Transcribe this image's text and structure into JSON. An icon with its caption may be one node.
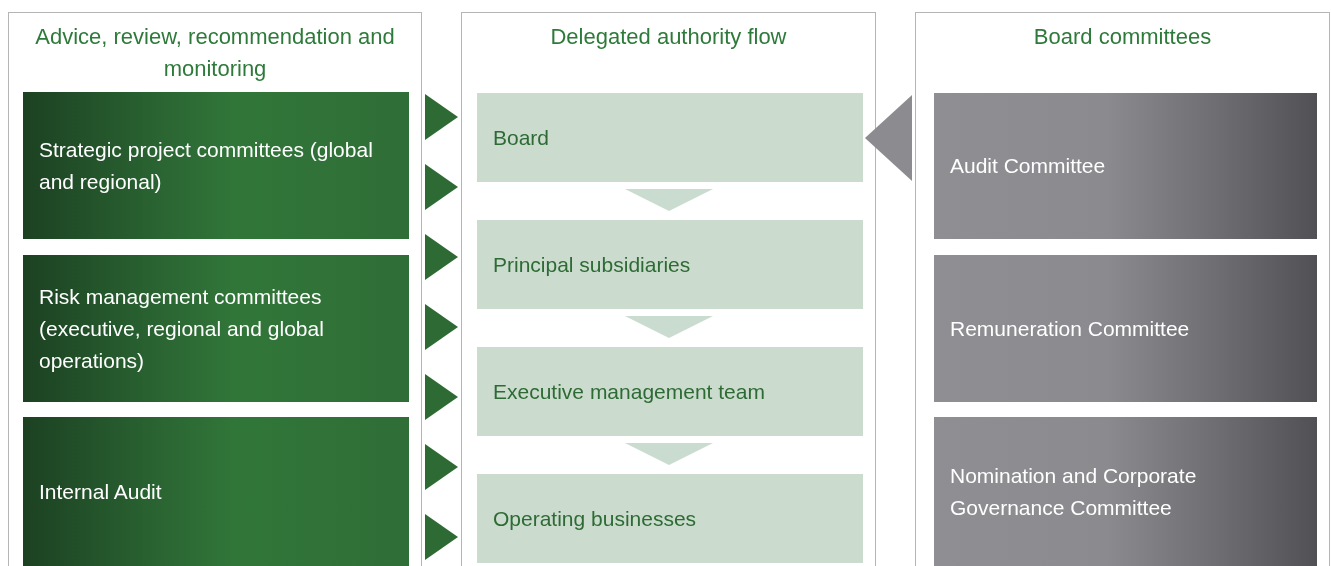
{
  "diagram": {
    "nodes": [
      {
        "text": [
          "Advice, review, recommendation and monitoring"
        ]
      },
      {
        "text": [
          "Strategic project committees (global and regional)"
        ],
        "in": 0
      },
      {
        "text": [
          "Risk management committees (executive, regional and global operations)"
        ],
        "in": 0
      },
      {
        "text": [
          "Internal Audit"
        ],
        "in": 0
      },
      {
        "text": [
          "Delegated authority flow"
        ]
      },
      {
        "text": [
          "Board"
        ],
        "in": 4
      },
      {
        "text": [
          "Principal subsidiaries"
        ],
        "in": 4
      },
      {
        "text": [
          "Executive management team"
        ],
        "in": 4
      },
      {
        "text": [
          "Operating businesses"
        ],
        "in": 4
      },
      {
        "text": [
          "Board committees"
        ]
      },
      {
        "text": [
          "Audit Committee"
        ],
        "in": 9
      },
      {
        "text": [
          "Remuneration Committee"
        ],
        "in": 9
      },
      {
        "text": [
          "Nomination and Corporate Governance Committee"
        ],
        "in": 9
      }
    ],
    "edges": [
      {
        "from": 0,
        "to": 4,
        "arrow": "to",
        "color": "#2e6b34"
      },
      {
        "from": 0,
        "to": 4,
        "arrow": "to",
        "color": "#2e6b34"
      },
      {
        "from": 0,
        "to": 4,
        "arrow": "to",
        "color": "#2e6b34"
      },
      {
        "from": 0,
        "to": 4,
        "arrow": "to",
        "color": "#2e6b34"
      },
      {
        "from": 0,
        "to": 4,
        "arrow": "to",
        "color": "#2e6b34"
      },
      {
        "from": 0,
        "to": 4,
        "arrow": "to",
        "color": "#2e6b34"
      },
      {
        "from": 0,
        "to": 4,
        "arrow": "to",
        "color": "#2e6b34"
      },
      {
        "from": 5,
        "to": 6,
        "arrow": "to"
      },
      {
        "from": 6,
        "to": 7,
        "arrow": "to"
      },
      {
        "from": 7,
        "to": 8,
        "arrow": "to"
      },
      {
        "from": 9,
        "to": 5,
        "arrow": "to",
        "color": "#8c8b90"
      }
    ]
  }
}
